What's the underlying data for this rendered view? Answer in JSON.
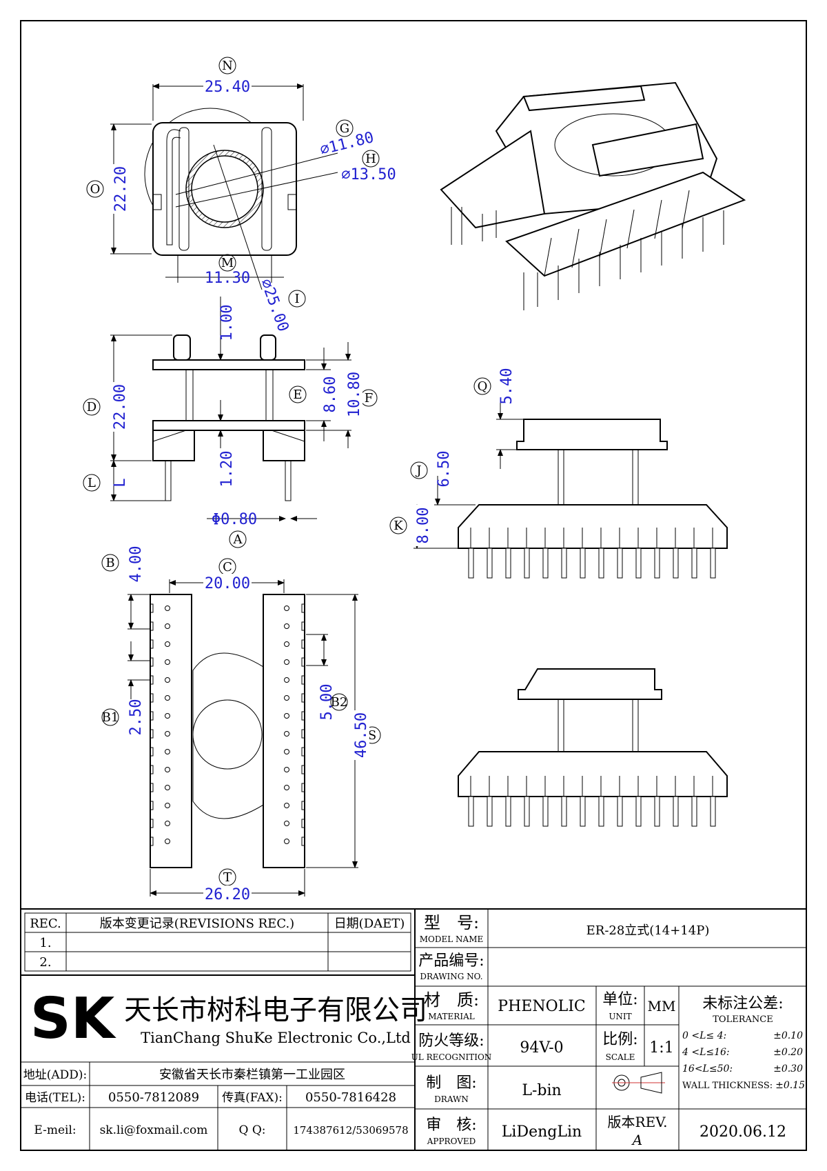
{
  "drawing": {
    "top_view": {
      "N": {
        "letter": "N",
        "value": "25.40"
      },
      "O": {
        "letter": "O",
        "value": "22.20"
      },
      "G": {
        "letter": "G",
        "value": "⌀11.80"
      },
      "H": {
        "letter": "H",
        "value": "⌀13.50"
      },
      "M": {
        "letter": "M",
        "value": "11.30"
      },
      "I": {
        "letter": "I",
        "value": "⌀25.00"
      }
    },
    "side_view": {
      "top_gap": "1.00",
      "D": {
        "letter": "D",
        "value": "22.00"
      },
      "E": {
        "letter": "E",
        "value": "8.60"
      },
      "F": {
        "letter": "F",
        "value": "10.80"
      },
      "bottom_gap": "1.20",
      "L": {
        "letter": "L",
        "value": "L"
      },
      "A": {
        "letter": "A",
        "value": "Φ0.80"
      }
    },
    "bottom_view": {
      "B": {
        "letter": "B",
        "value": "4.00"
      },
      "C": {
        "letter": "C",
        "value": "20.00"
      },
      "B1": {
        "letter": "B1",
        "value": "2.50"
      },
      "B2": {
        "letter": "B2",
        "value": "5.00"
      },
      "S": {
        "letter": "S",
        "value": "46.50"
      },
      "T": {
        "letter": "T",
        "value": "26.20"
      }
    },
    "front_view": {
      "Q": {
        "letter": "Q",
        "value": "5.40"
      },
      "J": {
        "letter": "J",
        "value": "6.50"
      },
      "K": {
        "letter": "K",
        "value": "8.00"
      }
    }
  },
  "title_block": {
    "revisions": {
      "rec_header": "REC.",
      "rev_header": "版本变更记录(REVISIONS REC.)",
      "date_header": "日期(DAET)",
      "rows": [
        "1.",
        "2."
      ]
    },
    "company": {
      "logo": "SK",
      "name_cn": "天长市树科电子有限公司",
      "name_en": "TianChang ShuKe Electronic Co.,Ltd"
    },
    "contact": {
      "addr_label": "地址(ADD):",
      "addr_value": "安徽省天长市秦栏镇第一工业园区",
      "tel_label": "电话(TEL):",
      "tel_value": "0550-7812089",
      "fax_label": "传真(FAX):",
      "fax_value": "0550-7816428",
      "email_label": "E-meil:",
      "email_value": "sk.li@foxmail.com",
      "qq_label": "Q Q:",
      "qq_value": "174387612/53069578"
    },
    "model": {
      "label_cn": "型　号:",
      "label_en": "MODEL NAME",
      "value": "ER-28立式(14+14P)"
    },
    "drawing_no": {
      "label_cn": "产品编号:",
      "label_en": "DRAWING NO.",
      "value": ""
    },
    "material": {
      "label_cn": "材　质:",
      "label_en": "MATERIAL",
      "value": "PHENOLIC"
    },
    "unit": {
      "label_cn": "单位:",
      "label_en": "UNIT",
      "value": "MM"
    },
    "tolerance": {
      "label_cn": "未标注公差:",
      "label_en": "TOLERANCE",
      "rows": [
        {
          "range": "0 <L≤ 4:",
          "value": "±0.10"
        },
        {
          "range": "4 <L≤16:",
          "value": "±0.20"
        },
        {
          "range": "16<L≤50:",
          "value": "±0.30"
        }
      ],
      "wall_label": "WALL THICKNESS:",
      "wall_value": "±0.15"
    },
    "ul": {
      "label_cn": "防火等级:",
      "label_en": "UL RECOGNITION",
      "value": "94V-0"
    },
    "scale": {
      "label_cn": "比例:",
      "label_en": "SCALE",
      "value": "1:1"
    },
    "drawn": {
      "label_cn": "制　图:",
      "label_en": "DRAWN",
      "value": "L-bin"
    },
    "approved": {
      "label_cn": "审　核:",
      "label_en": "APPROVED",
      "value": "LiDengLin"
    },
    "revision": {
      "label": "版本REV.",
      "value": "A"
    },
    "date": {
      "value": "2020.06.12"
    }
  }
}
